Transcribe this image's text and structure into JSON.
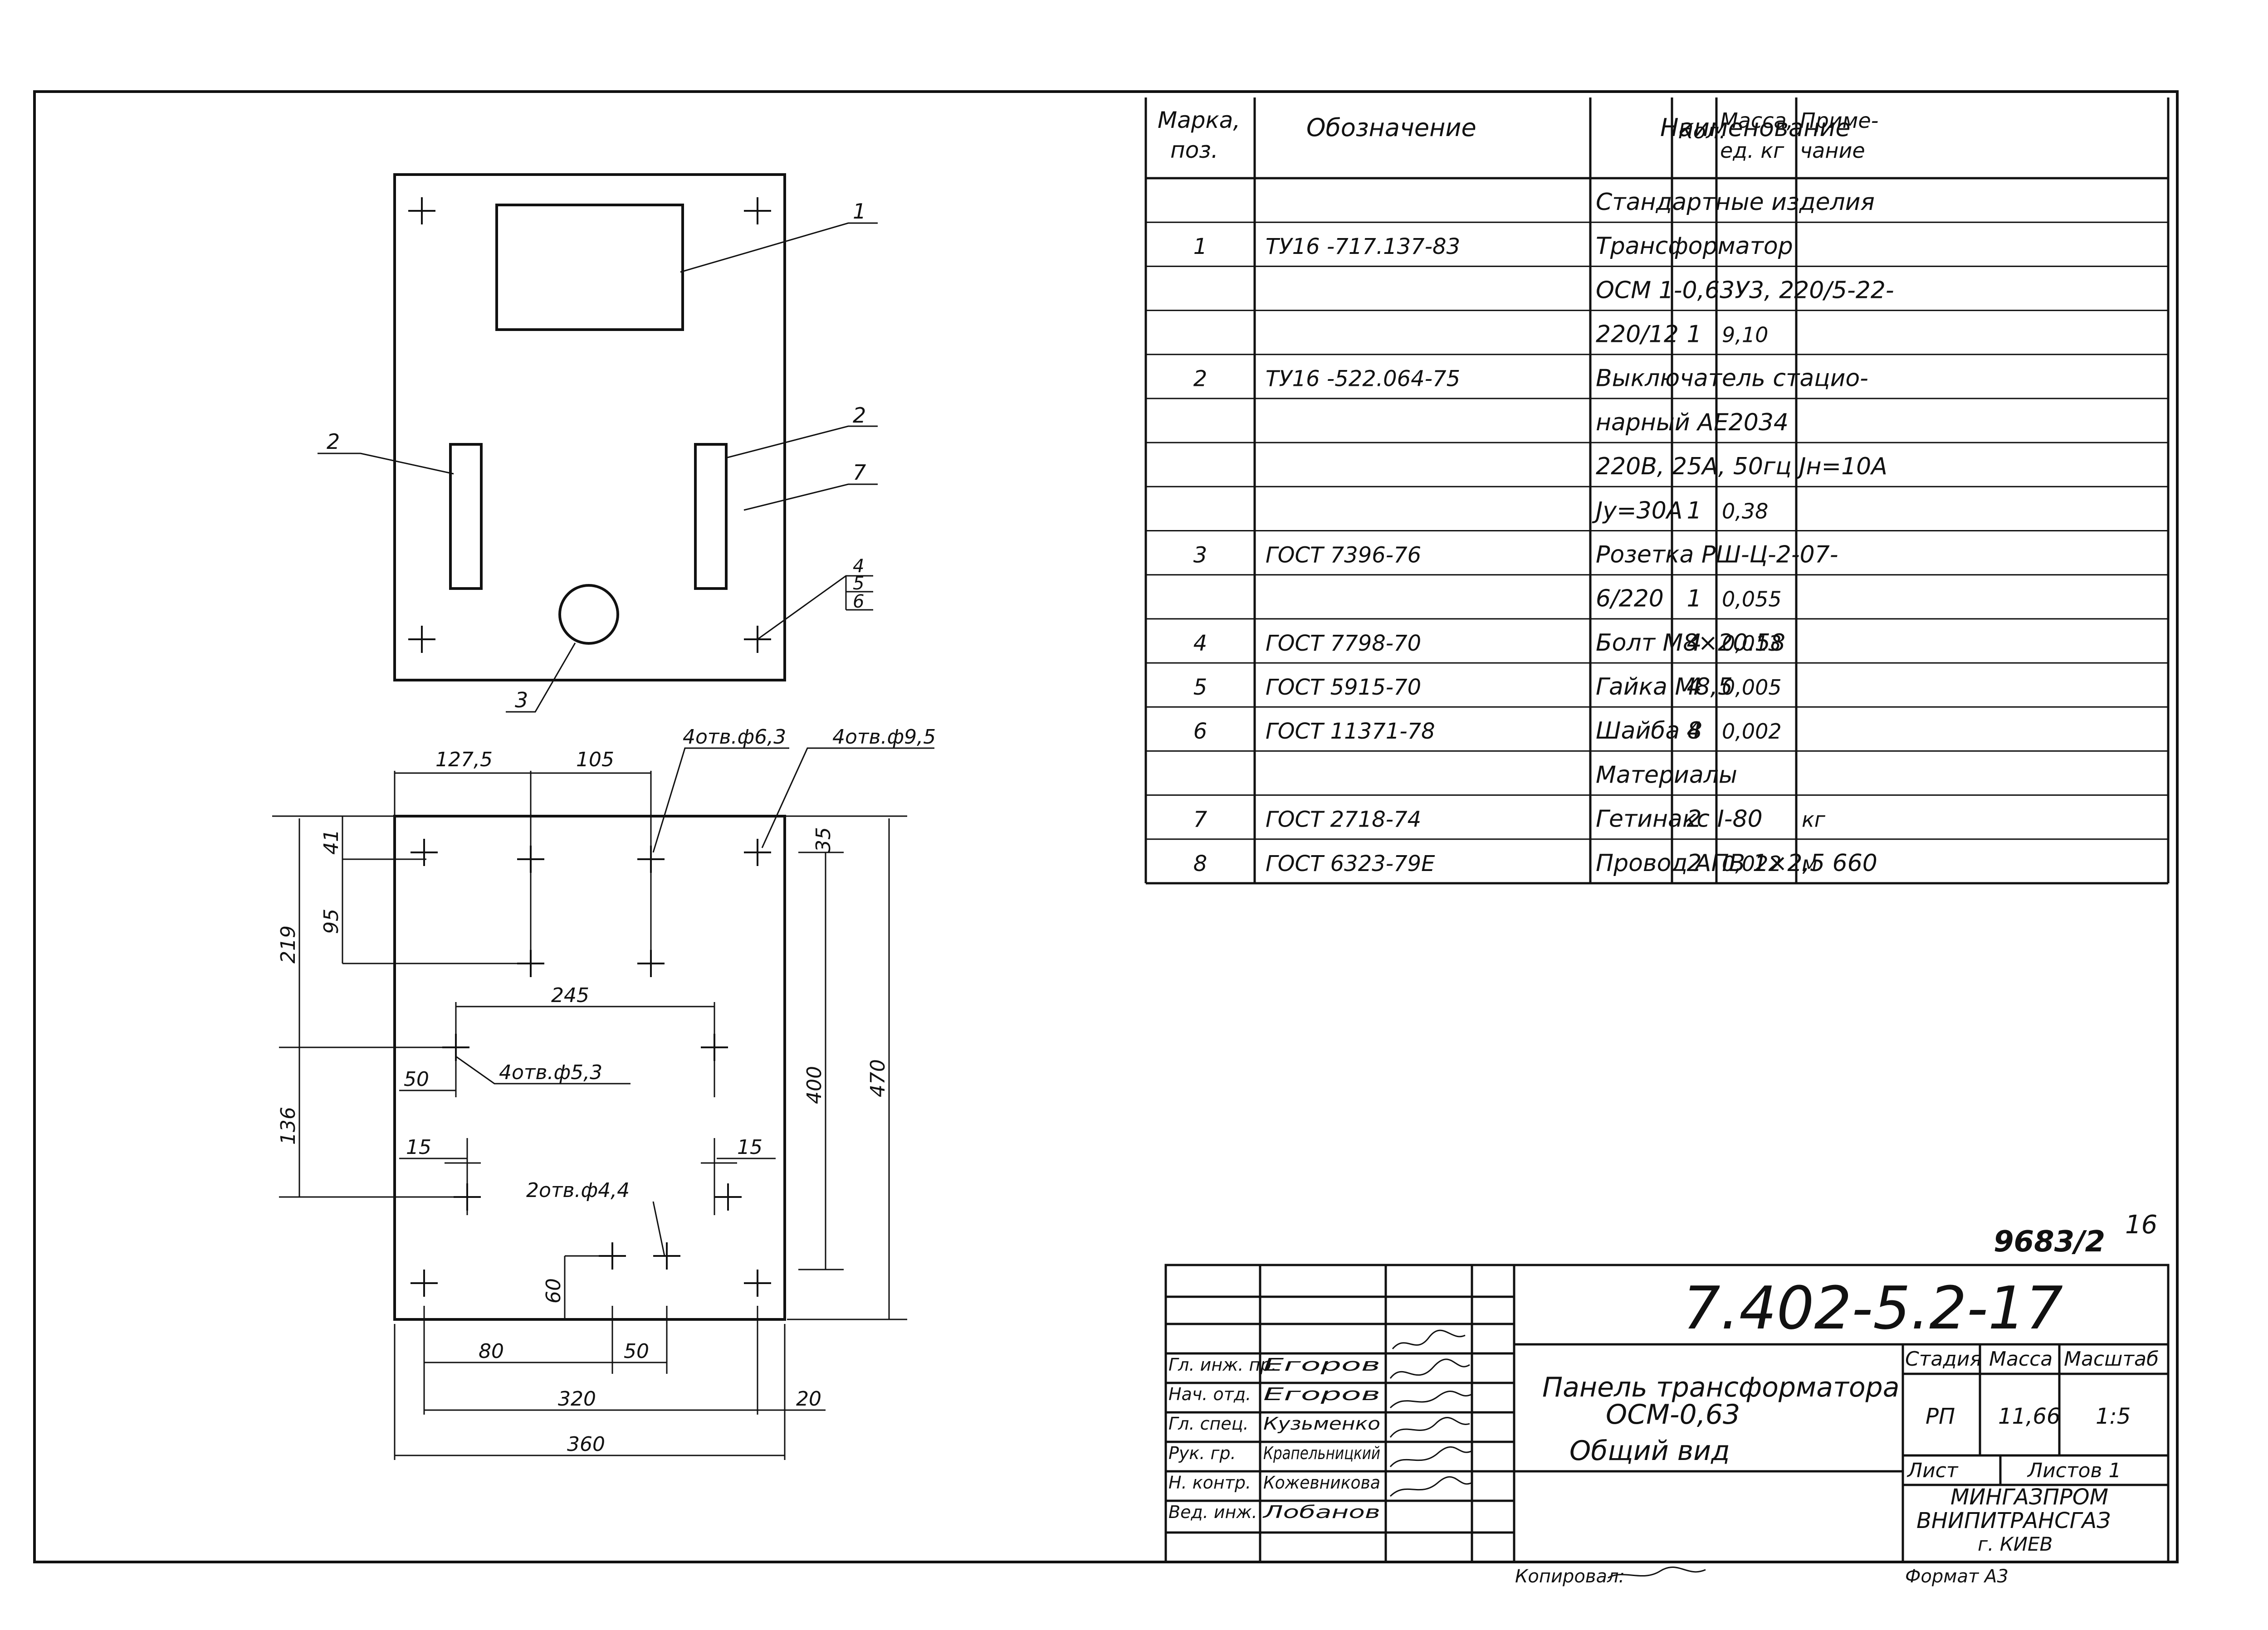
{
  "spec_table": {
    "headers": [
      "Марка, поз.",
      "Обозначение",
      "Наименование",
      "Кол.",
      "Масса, ед. кг",
      "Приме- чание"
    ],
    "rows": [
      {
        "pos": "",
        "designation": "",
        "name": "Стандартные изделия",
        "qty": "",
        "mass": "",
        "note": ""
      },
      {
        "pos": "1",
        "designation": "ТУ16 -717.137-83",
        "name": "Трансформатор",
        "qty": "",
        "mass": "",
        "note": ""
      },
      {
        "pos": "",
        "designation": "",
        "name": "ОСМ 1-0,63У3, 220/5-22-",
        "qty": "",
        "mass": "",
        "note": ""
      },
      {
        "pos": "",
        "designation": "",
        "name": "220/12",
        "qty": "1",
        "mass": "9,10",
        "note": ""
      },
      {
        "pos": "2",
        "designation": "ТУ16 -522.064-75",
        "name": "Выключатель стацио-",
        "qty": "",
        "mass": "",
        "note": ""
      },
      {
        "pos": "",
        "designation": "",
        "name": "нарный  АЕ2034",
        "qty": "",
        "mass": "",
        "note": ""
      },
      {
        "pos": "",
        "designation": "",
        "name": "220В, 25А, 50гц  Jн=10А",
        "qty": "",
        "mass": "",
        "note": ""
      },
      {
        "pos": "",
        "designation": "",
        "name": "Jу=30А",
        "qty": "1",
        "mass": "0,38",
        "note": ""
      },
      {
        "pos": "3",
        "designation": "ГОСТ  7396-76",
        "name": "Розетка РШ-Ц-2-07-",
        "qty": "",
        "mass": "",
        "note": ""
      },
      {
        "pos": "",
        "designation": "",
        "name": "6/220",
        "qty": "1",
        "mass": "0,055",
        "note": ""
      },
      {
        "pos": "4",
        "designation": "ГОСТ  7798-70",
        "name": "Болт М8×20.58",
        "qty": "4",
        "mass": "0,013",
        "note": ""
      },
      {
        "pos": "5",
        "designation": "ГОСТ  5915-70",
        "name": "Гайка М8,5",
        "qty": "4",
        "mass": "0,005",
        "note": ""
      },
      {
        "pos": "6",
        "designation": "ГОСТ  11371-78",
        "name": "Шайба 8",
        "qty": "4",
        "mass": "0,002",
        "note": ""
      },
      {
        "pos": "",
        "designation": "",
        "name": "Материалы",
        "qty": "",
        "mass": "",
        "note": ""
      },
      {
        "pos": "7",
        "designation": "ГОСТ  2718-74",
        "name": "Гетинакс I-80",
        "qty": "2",
        "mass": "",
        "note": "кг"
      },
      {
        "pos": "8",
        "designation": "ГОСТ  6323-79Е",
        "name": "Провод АПВ 1×2,5  660",
        "qty": "2",
        "mass": "0,022",
        "note": "м"
      }
    ]
  },
  "drawing": {
    "callouts": [
      "1",
      "2",
      "2",
      "7",
      "4",
      "5",
      "6",
      "3"
    ],
    "dimensions": {
      "d127_5": "127,5",
      "d105": "105",
      "holes_63": "4отв.ф6,3",
      "holes_95": "4отв.ф9,5",
      "d41": "41",
      "d35": "35",
      "d95": "95",
      "d219": "219",
      "d245": "245",
      "holes_53": "4отв.ф5,3",
      "d50a": "50",
      "d136": "136",
      "d400": "400",
      "d470": "470",
      "d15a": "15",
      "d15b": "15",
      "holes_44": "2отв.ф4,4",
      "d60": "60",
      "d80": "80",
      "d50b": "50",
      "d320": "320",
      "d20": "20",
      "d360": "360"
    }
  },
  "title_block": {
    "archive_no": "9683/2",
    "sheet_corner": "16",
    "doc_number": "7.402-5.2-17",
    "title_lines": [
      "Панель  трансформатора",
      "ОСМ-0,63",
      "Общий  вид"
    ],
    "stage_label": "Стадия",
    "mass_label": "Масса",
    "scale_label": "Масштаб",
    "stage": "РП",
    "mass": "11,66",
    "scale": "1:5",
    "sheet_label": "Лист",
    "sheets_label": "Листов 1",
    "org_lines": [
      "МИНГАЗПРОМ",
      "ВНИПИТРАНСГАЗ",
      "г. КИЕВ"
    ],
    "roles": [
      {
        "role": "Гл. инж. пр.",
        "name": "Егоров"
      },
      {
        "role": "Нач. отд.",
        "name": "Егоров"
      },
      {
        "role": "Гл. спец.",
        "name": "Кузьменко"
      },
      {
        "role": "Рук. гр.",
        "name": "Крапельницкий"
      },
      {
        "role": "Н. контр.",
        "name": "Кожевникова"
      },
      {
        "role": "Вед. инж.",
        "name": "Лобанов"
      }
    ],
    "copied_by": "Копировал:",
    "format": "Формат А3"
  }
}
